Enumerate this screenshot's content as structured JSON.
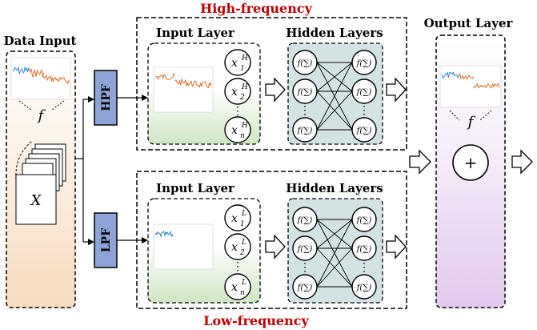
{
  "colors": {
    "red_title": "#c00000",
    "filter_fill": "#8ea3d8",
    "data_grad_top": "#ffffff",
    "data_grad_bottom": "#f7dcc0",
    "input_grad_bottom": "#cfe6c4",
    "hidden_fill": "#d3e3e4",
    "output_grad_bottom": "#e2c9ec",
    "signal_blue": "#2a7fc6",
    "signal_orange": "#e0651e"
  },
  "labels": {
    "high_frequency": "High-frequency",
    "low_frequency": "Low-frequency",
    "data_input": "Data Input",
    "output_layer": "Output Layer",
    "input_layer": "Input Layer",
    "hidden_layers": "Hidden Layers",
    "hpf": "HPF",
    "lpf": "LPF",
    "f": "f",
    "x": "X",
    "neuron": "f(∑)",
    "dots": "⋮",
    "plus": "+"
  },
  "high_inputs": [
    {
      "base": "x",
      "sub": "1",
      "sup": "H"
    },
    {
      "base": "x",
      "sub": "2",
      "sup": "H"
    },
    {
      "base": "x",
      "sub": "n",
      "sup": "H"
    }
  ],
  "low_inputs": [
    {
      "base": "x",
      "sub": "1",
      "sup": "L"
    },
    {
      "base": "x",
      "sub": "2",
      "sup": "L"
    },
    {
      "base": "x",
      "sub": "n",
      "sup": "L"
    }
  ]
}
